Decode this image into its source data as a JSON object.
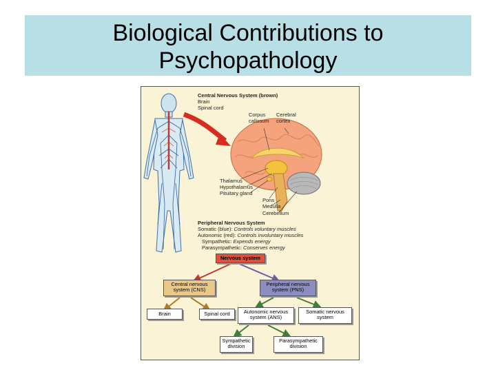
{
  "slide": {
    "title_line1": "Biological Contributions to",
    "title_line2": "Psychopathology"
  },
  "figure": {
    "cns_heading": "Central Nervous System (brown)",
    "cns_items": [
      "Brain",
      "Spinal cord"
    ],
    "brain_labels": {
      "corpus_callosum": "Corpus callosum",
      "cerebral_cortex": "Cerebral cortex",
      "thalamus": "Thalamus",
      "hypothalamus": "Hypothalamus",
      "pituitary": "Pituitary gland",
      "pons": "Pons",
      "medulla": "Medulla",
      "cerebellum": "Cerebellum"
    },
    "pns_heading": "Peripheral Nervous System",
    "pns_lines": {
      "somatic_a": "Somatic (blue): ",
      "somatic_b": "Controls voluntary muscles",
      "autonomic_a": "Autonomic (red): ",
      "autonomic_b": "Controls involuntary muscles",
      "symp_a": "Sympathetic: ",
      "symp_b": "Expends energy",
      "para_a": "Parasympathetic: ",
      "para_b": "Conserves energy"
    },
    "flow": {
      "nervous_system": "Nervous system",
      "cns_1": "Central nervous",
      "cns_2": "system (CNS)",
      "pns_1": "Peripheral nervous",
      "pns_2": "system (PNS)",
      "brain": "Brain",
      "spinal_cord": "Spinal cord",
      "ans_1": "Autonomic nervous",
      "ans_2": "system (ANS)",
      "somatic_1": "Somatic nervous",
      "somatic_2": "system",
      "symp_1": "Sympathetic",
      "symp_2": "division",
      "para_1": "Parasympathetic",
      "para_2": "division"
    }
  }
}
